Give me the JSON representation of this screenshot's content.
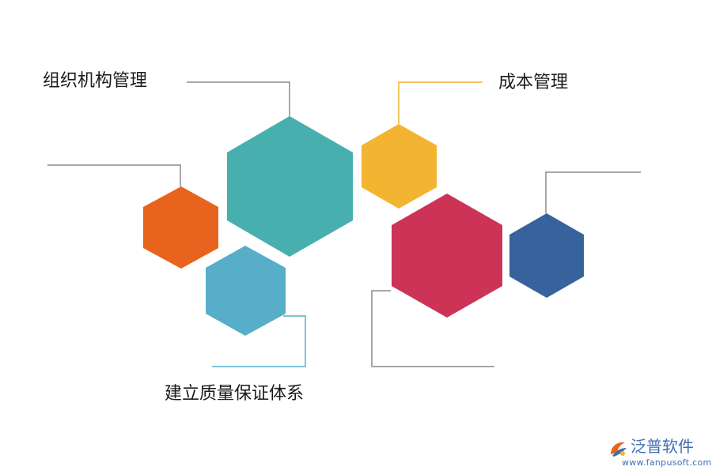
{
  "labels": {
    "org_management": "组织机构管理",
    "cost_management": "成本管理",
    "quality_system": "建立质量保证体系"
  },
  "colors": {
    "teal": "#47afae",
    "orange": "#e8641e",
    "light_blue": "#56aec8",
    "yellow": "#f2b431",
    "crimson": "#cd3356",
    "navy": "#37639c",
    "connector_gray": "#8c8c8c",
    "connector_yellow": "#f2b431",
    "connector_blue": "#56aec8"
  },
  "logo": {
    "name": "泛普软件",
    "url": "www.fanpusoft.com",
    "icon": "fanpu-logo-icon"
  }
}
